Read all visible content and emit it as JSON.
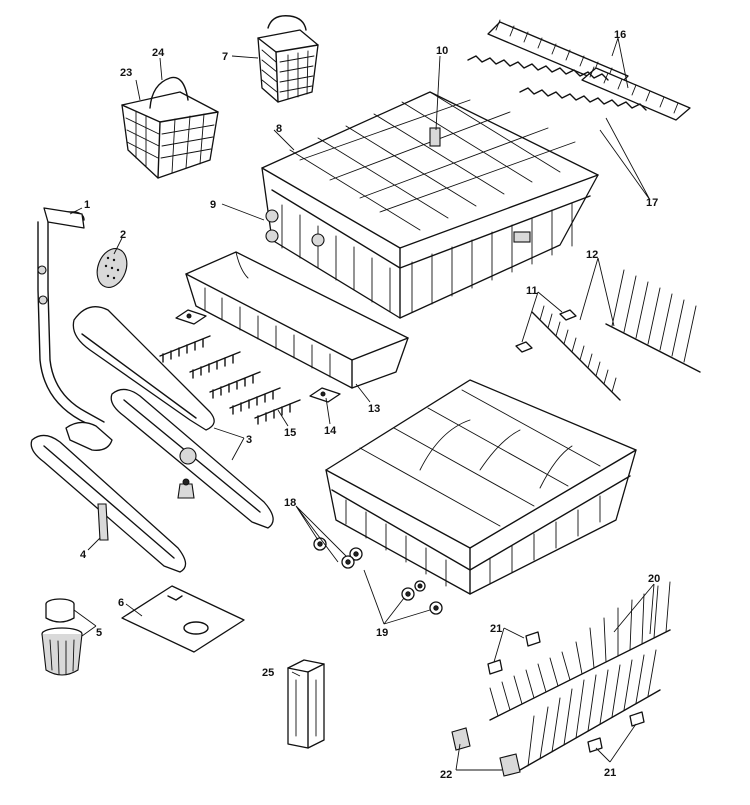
{
  "diagram": {
    "callouts": {
      "c1": "1",
      "c2": "2",
      "c3": "3",
      "c4": "4",
      "c5": "5",
      "c6": "6",
      "c7": "7",
      "c8": "8",
      "c9": "9",
      "c10": "10",
      "c11": "11",
      "c12": "12",
      "c13": "13",
      "c14": "14",
      "c15": "15",
      "c16": "16",
      "c17": "17",
      "c18": "18",
      "c19": "19",
      "c20": "20",
      "c21a": "21",
      "c21b": "21",
      "c22": "22",
      "c23": "23",
      "c24": "24",
      "c25": "25"
    }
  }
}
